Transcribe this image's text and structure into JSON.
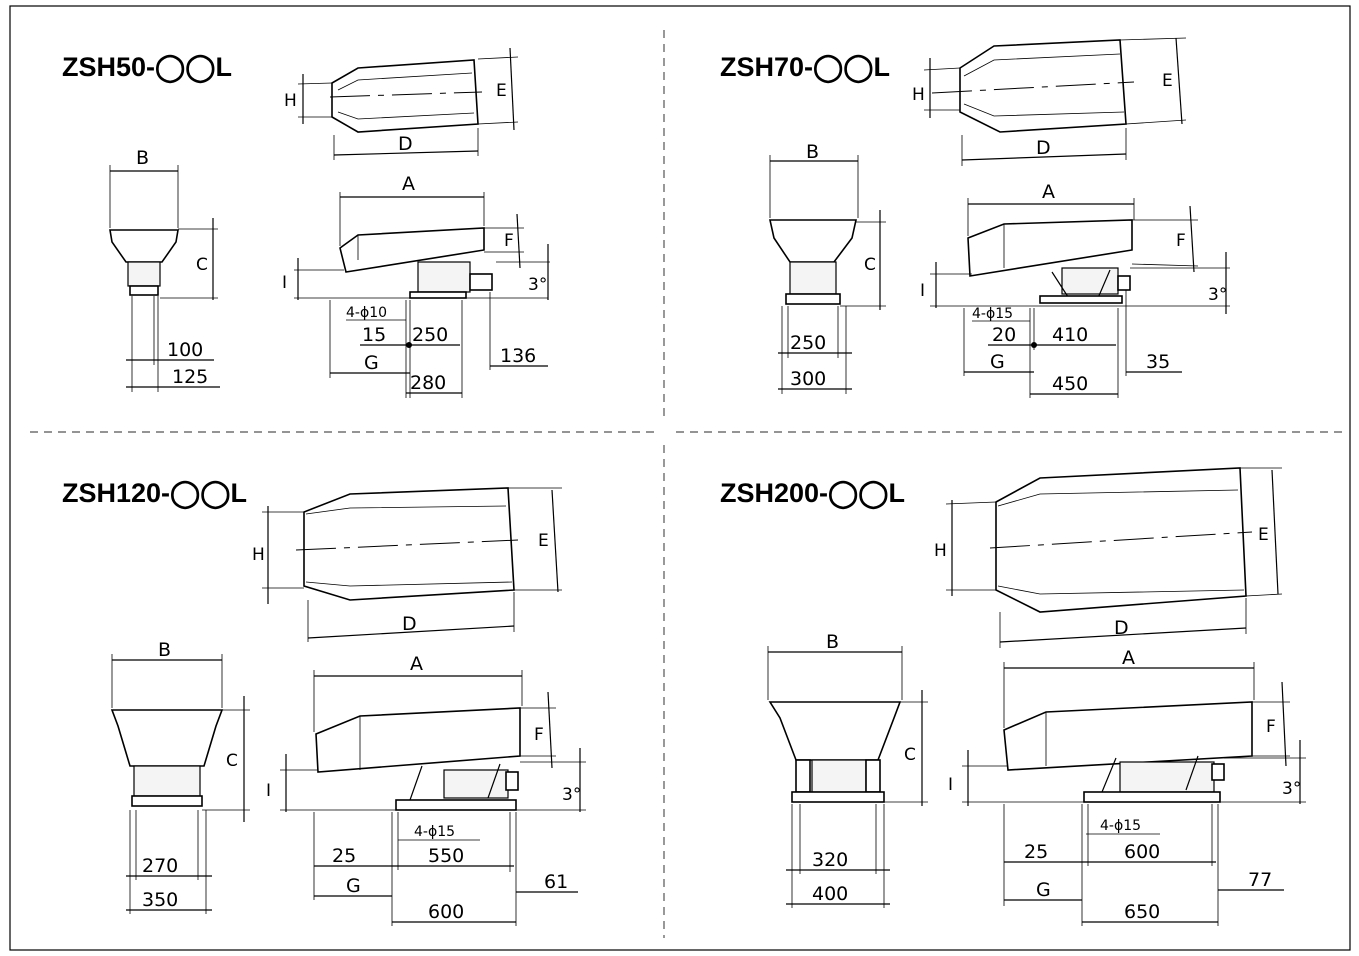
{
  "models": [
    {
      "title": "ZSH50-◯◯L",
      "labels": {
        "A": "A",
        "B": "B",
        "C": "C",
        "D": "D",
        "E": "E",
        "F": "F",
        "G": "G",
        "H": "H",
        "I": "I",
        "angle": "3°"
      },
      "values": {
        "hole": "4-ϕ10",
        "v1": "15",
        "v2": "250",
        "v3": "136",
        "v4": "280",
        "w1": "100",
        "w2": "125"
      }
    },
    {
      "title": "ZSH70-◯◯L",
      "labels": {
        "A": "A",
        "B": "B",
        "C": "C",
        "D": "D",
        "E": "E",
        "F": "F",
        "G": "G",
        "H": "H",
        "I": "I",
        "angle": "3°"
      },
      "values": {
        "hole": "4-ϕ15",
        "v1": "20",
        "v2": "410",
        "v3": "35",
        "v4": "450",
        "w1": "250",
        "w2": "300"
      }
    },
    {
      "title": "ZSH120-◯◯L",
      "labels": {
        "A": "A",
        "B": "B",
        "C": "C",
        "D": "D",
        "E": "E",
        "F": "F",
        "G": "G",
        "H": "H",
        "I": "I",
        "angle": "3°"
      },
      "values": {
        "hole": "4-ϕ15",
        "v1": "25",
        "v2": "550",
        "v3": "61",
        "v4": "600",
        "w1": "270",
        "w2": "350"
      }
    },
    {
      "title": "ZSH200-◯◯L",
      "labels": {
        "A": "A",
        "B": "B",
        "C": "C",
        "D": "D",
        "E": "E",
        "F": "F",
        "G": "G",
        "H": "H",
        "I": "I",
        "angle": "3°"
      },
      "values": {
        "hole": "4-ϕ15",
        "v1": "25",
        "v2": "600",
        "v3": "77",
        "v4": "650",
        "w1": "320",
        "w2": "400"
      }
    }
  ]
}
